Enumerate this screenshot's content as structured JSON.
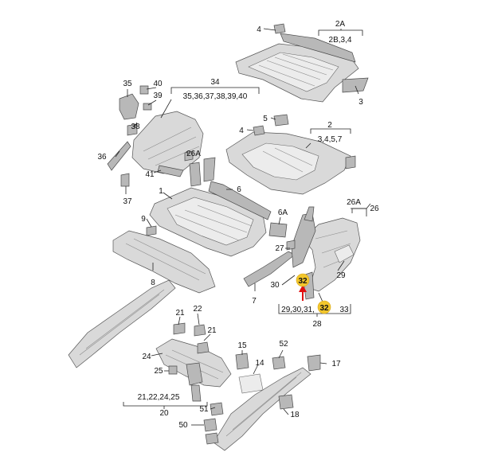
{
  "callouts": {
    "c1": "1",
    "c2": "2",
    "c2_sub": "3,4,5,7",
    "c2A": "2A",
    "c2A_sub": "2B,3,4",
    "c3a": "3",
    "c4a": "4",
    "c4b": "4",
    "c5": "5",
    "c6": "6",
    "c6A": "6A",
    "c7": "7",
    "c8": "8",
    "c9": "9",
    "c14": "14",
    "c15": "15",
    "c17": "17",
    "c18": "18",
    "c20": "20",
    "c20_sub": "21,22,24,25",
    "c21a": "21",
    "c21b": "21",
    "c22": "22",
    "c24": "24",
    "c25": "25",
    "c26": "26",
    "c26A": "26A",
    "c26A_b": "26A",
    "c27": "27",
    "c28": "28",
    "c28_sub_a": "29,30,31,",
    "c29": "29",
    "c30": "30",
    "c33": "33",
    "c34": "34",
    "c34_sub": "35,36,37,38,39,40",
    "c35": "35",
    "c36": "36",
    "c37": "37",
    "c38": "38",
    "c39": "39",
    "c40": "40",
    "c41": "41",
    "c50": "50",
    "c51": "51",
    "c52": "52"
  },
  "highlights": {
    "h32a": "32",
    "h32b": "32"
  },
  "colors": {
    "highlight": "#f2c62c",
    "arrow": "#e01010"
  }
}
